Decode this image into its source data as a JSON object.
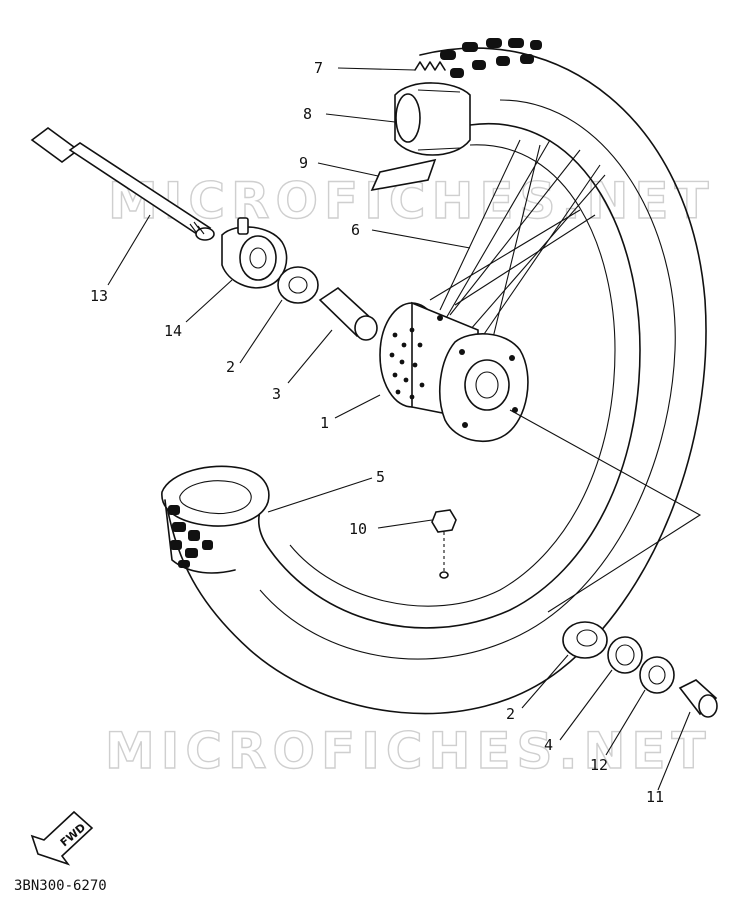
{
  "diagram": {
    "watermark": "MICROFICHES.NET",
    "drawing_code": "3BN300-6270",
    "direction_label": "FWD",
    "callouts": [
      {
        "id": "7",
        "label": "7"
      },
      {
        "id": "8",
        "label": "8"
      },
      {
        "id": "9",
        "label": "9"
      },
      {
        "id": "6",
        "label": "6"
      },
      {
        "id": "13",
        "label": "13"
      },
      {
        "id": "14",
        "label": "14"
      },
      {
        "id": "2a",
        "label": "2"
      },
      {
        "id": "3",
        "label": "3"
      },
      {
        "id": "1",
        "label": "1"
      },
      {
        "id": "5",
        "label": "5"
      },
      {
        "id": "10",
        "label": "10"
      },
      {
        "id": "2b",
        "label": "2"
      },
      {
        "id": "4",
        "label": "4"
      },
      {
        "id": "12",
        "label": "12"
      },
      {
        "id": "11",
        "label": "11"
      }
    ],
    "icons": {
      "direction": "fwd-arrow-icon"
    }
  }
}
